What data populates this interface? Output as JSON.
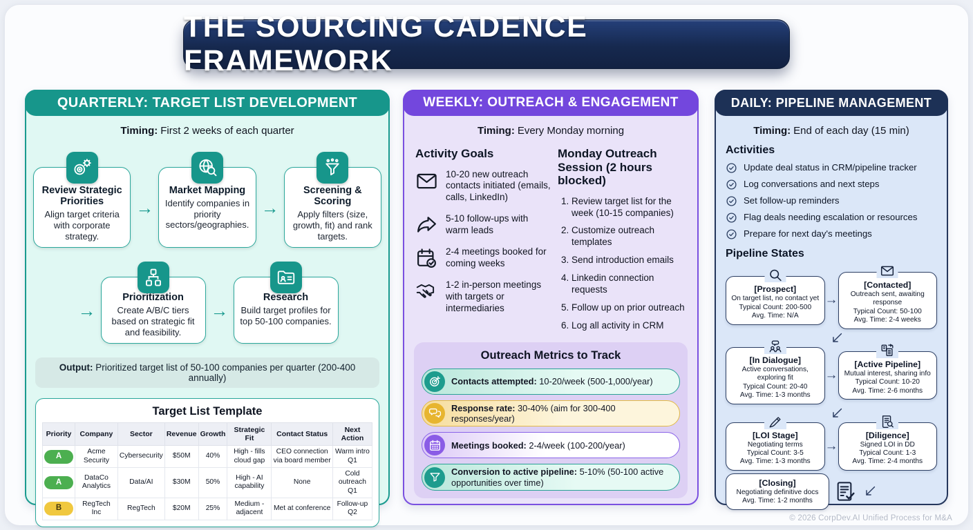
{
  "title": "THE SOURCING CADENCE FRAMEWORK",
  "footer": "© 2026 CorpDev.AI Unified Process for M&A",
  "colors": {
    "teal": "#17968b",
    "purple": "#7347dd",
    "navy": "#1d3156",
    "priority_a": "#4caf50",
    "priority_b": "#f0c83f"
  },
  "quarterly": {
    "header": "QUARTERLY: TARGET LIST DEVELOPMENT",
    "timing_label": "Timing:",
    "timing": "First 2 weeks of each quarter",
    "steps": [
      {
        "icon": "target-gear-icon",
        "title": "Review Strategic Priorities",
        "desc": "Align target criteria with corporate strategy."
      },
      {
        "icon": "globe-search-icon",
        "title": "Market Mapping",
        "desc": "Identify companies in priority sectors/geographies."
      },
      {
        "icon": "funnel-sort-icon",
        "title": "Screening & Scoring",
        "desc": "Apply filters (size, growth, fit) and rank targets."
      },
      {
        "icon": "abc-tiers-icon",
        "title": "Prioritization",
        "desc": "Create A/B/C tiers based on strategic fit and feasibility."
      },
      {
        "icon": "folder-profile-icon",
        "title": "Research",
        "desc": "Build target profiles for top 50-100 companies."
      }
    ],
    "output_label": "Output:",
    "output": "Prioritized target list of 50-100 companies per quarter (200-400 annually)",
    "table": {
      "title": "Target List Template",
      "headers": [
        "Priority",
        "Company",
        "Sector",
        "Revenue",
        "Growth",
        "Strategic Fit",
        "Contact Status",
        "Next Action"
      ],
      "rows": [
        {
          "priority": "A",
          "priority_color": "green",
          "company": "Acme Security",
          "sector": "Cybersecurity",
          "revenue": "$50M",
          "growth": "40%",
          "fit": "High - fills cloud gap",
          "contact": "CEO connection via board member",
          "next": "Warm intro Q1"
        },
        {
          "priority": "A",
          "priority_color": "green",
          "company": "DataCo Analytics",
          "sector": "Data/AI",
          "revenue": "$30M",
          "growth": "50%",
          "fit": "High - AI capability",
          "contact": "None",
          "next": "Cold outreach Q1"
        },
        {
          "priority": "B",
          "priority_color": "yellow",
          "company": "RegTech Inc",
          "sector": "RegTech",
          "revenue": "$20M",
          "growth": "25%",
          "fit": "Medium - adjacent",
          "contact": "Met at conference",
          "next": "Follow-up Q2"
        }
      ]
    }
  },
  "weekly": {
    "header": "WEEKLY: OUTREACH & ENGAGEMENT",
    "timing_label": "Timing:",
    "timing": "Every Monday morning",
    "goals_title": "Activity Goals",
    "goals": [
      {
        "icon": "envelope-icon",
        "text": "10-20 new outreach contacts initiated (emails, calls, LinkedIn)"
      },
      {
        "icon": "forward-arrow-icon",
        "text": "5-10 follow-ups with warm leads"
      },
      {
        "icon": "calendar-check-icon",
        "text": "2-4 meetings booked for coming weeks"
      },
      {
        "icon": "handshake-icon",
        "text": "1-2 in-person meetings with targets or intermediaries"
      }
    ],
    "session_title": "Monday Outreach Session (2 hours blocked)",
    "session_steps": [
      "Review target list for the week (10-15 companies)",
      "Customize outreach templates",
      "Send introduction emails",
      "Linkedin connection requests",
      "Follow up on prior outreach",
      "Log all activity in CRM"
    ],
    "metrics_title": "Outreach Metrics to Track",
    "metrics": [
      {
        "icon": "target-icon",
        "theme": "teal",
        "label": "Contacts attempted:",
        "value": "10-20/week (500-1,000/year)"
      },
      {
        "icon": "chat-icon",
        "theme": "yellow",
        "label": "Response rate:",
        "value": "30-40% (aim for 300-400 responses/year)"
      },
      {
        "icon": "calendar-icon",
        "theme": "purple",
        "label": "Meetings booked:",
        "value": "2-4/week (100-200/year)"
      },
      {
        "icon": "funnel-icon",
        "theme": "teal",
        "label": "Conversion to active pipeline:",
        "value": "5-10% (50-100 active opportunities over time)"
      }
    ]
  },
  "daily": {
    "header": "DAILY: PIPELINE MANAGEMENT",
    "timing_label": "Timing:",
    "timing": "End of each day (15 min)",
    "activities_title": "Activities",
    "activities": [
      "Update deal status in CRM/pipeline tracker",
      "Log conversations and next steps",
      "Set follow-up reminders",
      "Flag deals needing escalation or resources",
      "Prepare for next day's meetings"
    ],
    "pipeline_title": "Pipeline States",
    "states": [
      {
        "icon": "magnifier-icon",
        "name": "[Prospect]",
        "lines": [
          "On target list, no contact yet",
          "Typical Count: 200-500",
          "Avg. Time: N/A"
        ]
      },
      {
        "icon": "envelope-icon",
        "name": "[Contacted]",
        "lines": [
          "Outreach sent, awaiting response",
          "Typical Count: 50-100",
          "Avg. Time: 2-4 weeks"
        ]
      },
      {
        "icon": "people-chat-icon",
        "name": "[In Dialogue]",
        "lines": [
          "Active conversations, exploring fit",
          "Typical Count: 20-40",
          "Avg. Time: 1-3 months"
        ]
      },
      {
        "icon": "docs-share-icon",
        "name": "[Active Pipeline]",
        "lines": [
          "Mutual interest, sharing info",
          "Typical Count: 10-20",
          "Avg. Time: 2-6 months"
        ]
      },
      {
        "icon": "pen-icon",
        "name": "[LOI Stage]",
        "lines": [
          "Negotiating terms",
          "Typical Count: 3-5",
          "Avg. Time: 1-3 months"
        ]
      },
      {
        "icon": "doc-search-icon",
        "name": "[Diligence]",
        "lines": [
          "Signed LOI in DD",
          "Typical Count: 1-3",
          "Avg. Time: 2-4 months"
        ]
      },
      {
        "icon": "doc-check-icon",
        "name": "[Closing]",
        "lines": [
          "Negotiating definitive docs",
          "Avg. Time: 1-2 months"
        ]
      }
    ]
  }
}
